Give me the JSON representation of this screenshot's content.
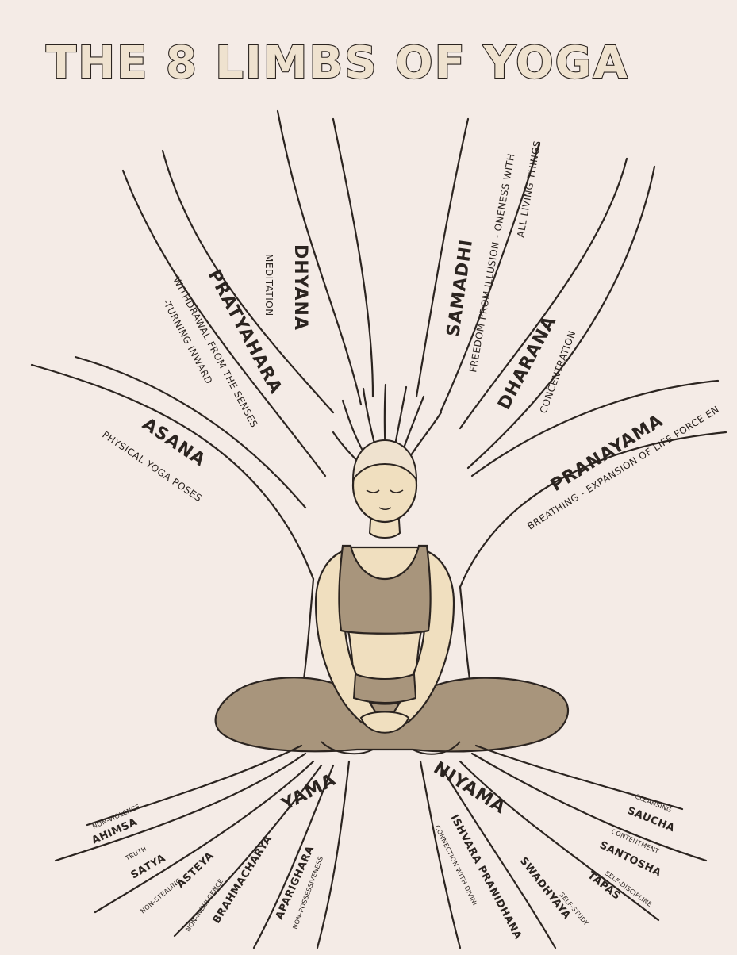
{
  "title": "THE 8 LIMBS OF YOGA",
  "colors": {
    "background": "#f4ebe6",
    "ink": "#2b2420",
    "skin": "#f0dfbf",
    "garment": "#a8957c",
    "title_fill": "#efe2cf"
  },
  "limbs": {
    "dhyana": {
      "name": "DHYANA",
      "desc": "MEDITATION"
    },
    "samadhi": {
      "name": "SAMADHI",
      "desc1": "FREEDOM FROM ILLUSION - ONENESS WITH",
      "desc2": "ALL LIVING THINGS"
    },
    "pratyahara": {
      "name": "PRATYAHARA",
      "desc1": "WITHDRAWAL FROM THE SENSES",
      "desc2": "-TURNING INWARD"
    },
    "dharana": {
      "name": "DHARANA",
      "desc": "CONCENTRATION"
    },
    "asana": {
      "name": "ASANA",
      "desc": "PHYSICAL YOGA POSES"
    },
    "pranayama": {
      "name": "PRANAYAMA",
      "desc": "BREATHING - EXPANSION OF LIFE FORCE EN"
    },
    "yama": {
      "name": "YAMA",
      "items": [
        {
          "name": "AHIMSA",
          "desc": "NON-VIOLENCE"
        },
        {
          "name": "SATYA",
          "desc": "TRUTH"
        },
        {
          "name": "ASTEYA",
          "desc": "NON-STEALING"
        },
        {
          "name": "BRAHMACHARYA",
          "desc": "NON-INDULGENCE"
        },
        {
          "name": "APARIGHARA",
          "desc": "NON-POSSESSIVENESS"
        }
      ]
    },
    "niyama": {
      "name": "NIYAMA",
      "items": [
        {
          "name": "SAUCHA",
          "desc": "CLEANSING"
        },
        {
          "name": "SANTOSHA",
          "desc": "CONTENTMENT"
        },
        {
          "name": "TAPAS",
          "desc": "SELF-DISCIPLINE"
        },
        {
          "name": "SWADHYAYA",
          "desc": "SELF-STUDY"
        },
        {
          "name": "ISHVARA PRANIDHANA",
          "desc": "CONNECTION WITH DIVINI"
        }
      ]
    }
  }
}
